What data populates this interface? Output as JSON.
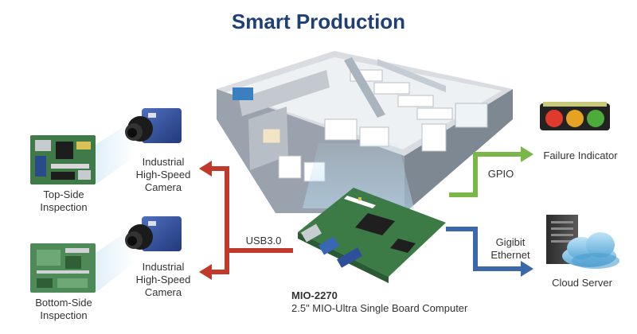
{
  "title": "Smart Production",
  "inspection": {
    "top_line1": "Top-Side",
    "top_line2": "Inspection",
    "bottom_line1": "Bottom-Side",
    "bottom_line2": "Inspection"
  },
  "camera_top": {
    "line1": "Industrial",
    "line2": "High-Speed",
    "line3": "Camera"
  },
  "camera_bottom": {
    "line1": "Industrial",
    "line2": "High-Speed",
    "line3": "Camera"
  },
  "links": {
    "usb": "USB3.0",
    "gpio": "GPIO",
    "ethernet_line1": "Gigibit",
    "ethernet_line2": "Ethernet"
  },
  "outputs": {
    "failure": "Failure Indicator",
    "cloud": "Cloud Server"
  },
  "board": {
    "model": "MIO-2270",
    "description": "2.5\" MIO-Ultra Single Board Computer"
  },
  "colors": {
    "title": "#1f3f76",
    "usb_arrow": "#c0392b",
    "gpio_arrow": "#7ab648",
    "ethernet_arrow": "#3b68a8"
  }
}
